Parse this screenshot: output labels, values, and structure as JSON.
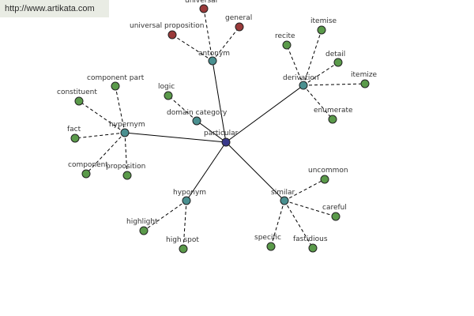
{
  "site": {
    "url": "http://www.artikata.com"
  },
  "colors": {
    "center": "#3a3a8c",
    "relation": "#4a9090",
    "leaf_green": "#5a9a4a",
    "leaf_red": "#9a3a3a",
    "edge": "#000000"
  },
  "graph": {
    "center": {
      "id": "particular",
      "label": "particular"
    },
    "relations": [
      {
        "id": "antonym",
        "label": "antonym",
        "leaves": [
          {
            "id": "universal",
            "label": "universal",
            "color": "red"
          },
          {
            "id": "general",
            "label": "general",
            "color": "red"
          },
          {
            "id": "universal-proposition",
            "label": "universal proposition",
            "color": "red"
          }
        ]
      },
      {
        "id": "derivation",
        "label": "derivation",
        "leaves": [
          {
            "id": "recite",
            "label": "recite",
            "color": "green"
          },
          {
            "id": "itemise",
            "label": "itemise",
            "color": "green"
          },
          {
            "id": "detail",
            "label": "detail",
            "color": "green"
          },
          {
            "id": "itemize",
            "label": "itemize",
            "color": "green"
          },
          {
            "id": "enumerate",
            "label": "enumerate",
            "color": "green"
          }
        ]
      },
      {
        "id": "domain-category",
        "label": "domain category",
        "leaves": [
          {
            "id": "logic",
            "label": "logic",
            "color": "green"
          }
        ]
      },
      {
        "id": "hypernym",
        "label": "hypernym",
        "leaves": [
          {
            "id": "component-part",
            "label": "component part",
            "color": "green"
          },
          {
            "id": "constituent",
            "label": "constituent",
            "color": "green"
          },
          {
            "id": "fact",
            "label": "fact",
            "color": "green"
          },
          {
            "id": "component",
            "label": "component",
            "color": "green"
          },
          {
            "id": "proposition",
            "label": "proposition",
            "color": "green"
          }
        ]
      },
      {
        "id": "hyponym",
        "label": "hyponym",
        "leaves": [
          {
            "id": "highlight",
            "label": "highlight",
            "color": "green"
          },
          {
            "id": "high-spot",
            "label": "high spot",
            "color": "green"
          }
        ]
      },
      {
        "id": "similar",
        "label": "similar",
        "leaves": [
          {
            "id": "uncommon",
            "label": "uncommon",
            "color": "green"
          },
          {
            "id": "careful",
            "label": "careful",
            "color": "green"
          },
          {
            "id": "specific",
            "label": "specific",
            "color": "green"
          },
          {
            "id": "fastidious",
            "label": "fastidious",
            "color": "green"
          }
        ]
      }
    ]
  }
}
